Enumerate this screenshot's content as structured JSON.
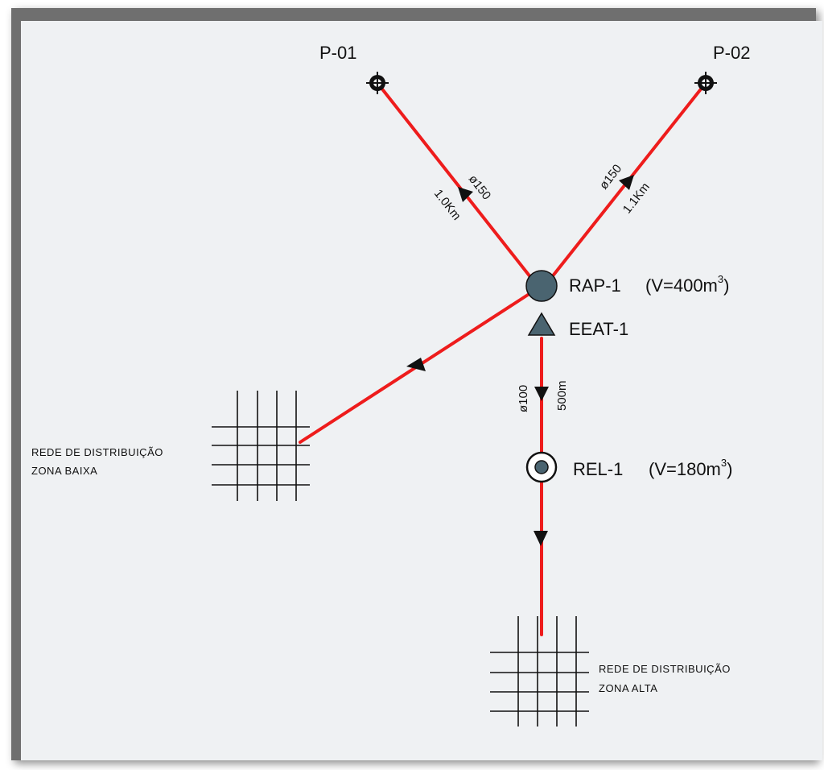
{
  "nodes": {
    "p01": {
      "label": "P-01"
    },
    "p02": {
      "label": "P-02"
    },
    "rap1": {
      "label": "RAP-1",
      "volume_prefix": "(V=400m",
      "volume_sup": "3",
      "volume_suffix": ")"
    },
    "eeat1": {
      "label": "EEAT-1"
    },
    "rel1": {
      "label": "REL-1",
      "volume_prefix": "(V=180m",
      "volume_sup": "3",
      "volume_suffix": ")"
    }
  },
  "pipes": {
    "p01_rap": {
      "diameter": "ø150",
      "length": "1.0Km"
    },
    "p02_rap": {
      "diameter": "ø150",
      "length": "1.1Km"
    },
    "eeat_rel": {
      "diameter": "ø100",
      "length": "500m"
    }
  },
  "networks": {
    "baixa": {
      "line1": "REDE DE DISTRIBUIÇÃO",
      "line2": "ZONA BAIXA"
    },
    "alta": {
      "line1": "REDE DE DISTRIBUIÇÃO",
      "line2": "ZONA ALTA"
    }
  },
  "colors": {
    "pipe": "#ee1c1c",
    "node_fill": "#4a6470",
    "frame": "#6f6f6f",
    "paper": "#eff1f3"
  }
}
